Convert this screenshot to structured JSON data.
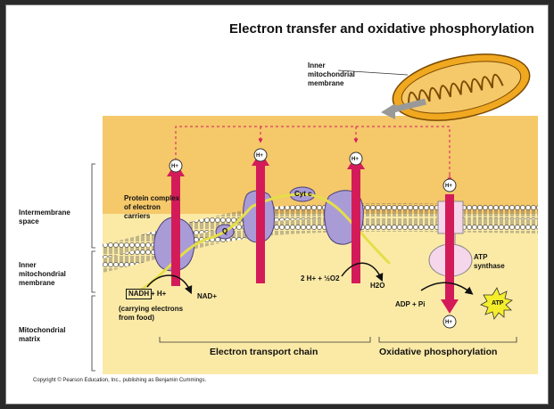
{
  "title": "Electron transfer and oxidative phosphorylation",
  "labels": {
    "inner_membrane_callout": [
      "Inner",
      "mitochondrial",
      "membrane"
    ],
    "intermembrane_space": [
      "Intermembrane",
      "space"
    ],
    "inner_mito_membrane": [
      "Inner",
      "mitochondrial",
      "membrane"
    ],
    "mito_matrix": [
      "Mitochondrial",
      "matrix"
    ],
    "protein_complex": [
      "Protein complex",
      "of electron",
      "carriers"
    ],
    "q": "Q",
    "cyt_c": "Cyt c",
    "h_plus": "H+",
    "nadh": "NADH",
    "plus_h": "+ H+",
    "nad_plus": "NAD+",
    "carrying": [
      "(carrying electrons",
      "from food)"
    ],
    "two_h_half_o2": "2 H+ + ½O2",
    "h2o": "H2O",
    "atp_synthase": [
      "ATP",
      "synthase"
    ],
    "adp_pi": "ADP + Pi",
    "atp": "ATP"
  },
  "sections": {
    "etc": "Electron transport chain",
    "oxphos": "Oxidative phosphorylation"
  },
  "copyright": "Copyright © Pearson Education, Inc., publishing as Benjamin Cummings.",
  "colors": {
    "intermembrane": "#f5c86a",
    "matrix": "#fbeaa6",
    "protein": "#a99bd6",
    "arrow": "#d41b5a",
    "electron_path": "#e5de4a",
    "mito_outer": "#f0a820",
    "atp_burst": "#f4ee2a"
  }
}
